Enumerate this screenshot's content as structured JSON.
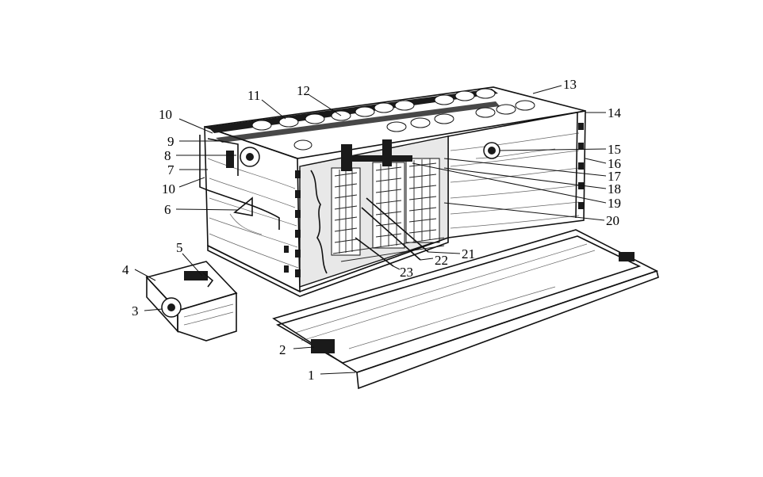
{
  "callouts": [
    {
      "id": "1",
      "label": "1"
    },
    {
      "id": "2",
      "label": "2"
    },
    {
      "id": "3",
      "label": "3"
    },
    {
      "id": "4",
      "label": "4"
    },
    {
      "id": "5",
      "label": "5"
    },
    {
      "id": "6",
      "label": "6"
    },
    {
      "id": "7",
      "label": "7"
    },
    {
      "id": "8",
      "label": "8"
    },
    {
      "id": "9",
      "label": "9"
    },
    {
      "id": "10a",
      "label": "10"
    },
    {
      "id": "10b",
      "label": "10"
    },
    {
      "id": "11",
      "label": "11"
    },
    {
      "id": "12",
      "label": "12"
    },
    {
      "id": "13",
      "label": "13"
    },
    {
      "id": "14",
      "label": "14"
    },
    {
      "id": "15",
      "label": "15"
    },
    {
      "id": "16",
      "label": "16"
    },
    {
      "id": "17",
      "label": "17"
    },
    {
      "id": "18",
      "label": "18"
    },
    {
      "id": "19",
      "label": "19"
    },
    {
      "id": "20",
      "label": "20"
    },
    {
      "id": "21",
      "label": "21"
    },
    {
      "id": "22",
      "label": "22"
    },
    {
      "id": "23",
      "label": "23"
    }
  ],
  "style": {
    "ink": "#111111",
    "background": "#ffffff"
  }
}
